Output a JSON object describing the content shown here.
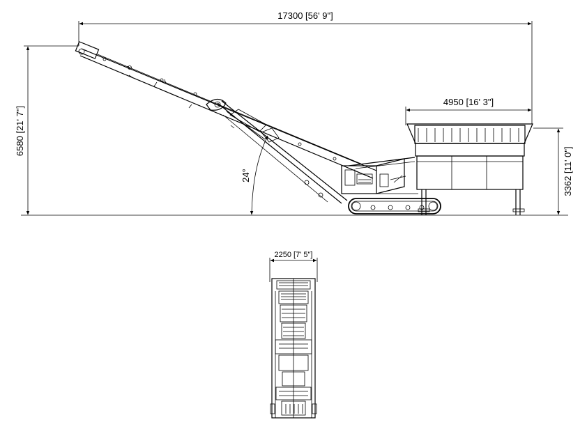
{
  "dimensions": {
    "overall_length": "17300 [56' 9\"]",
    "overall_height": "6580 [21' 7\"]",
    "hopper_length": "4950 [16' 3\"]",
    "hopper_height": "3362 [11' 0\"]",
    "conveyor_angle": "24°",
    "overall_width": "2250 [7' 5\"]"
  }
}
